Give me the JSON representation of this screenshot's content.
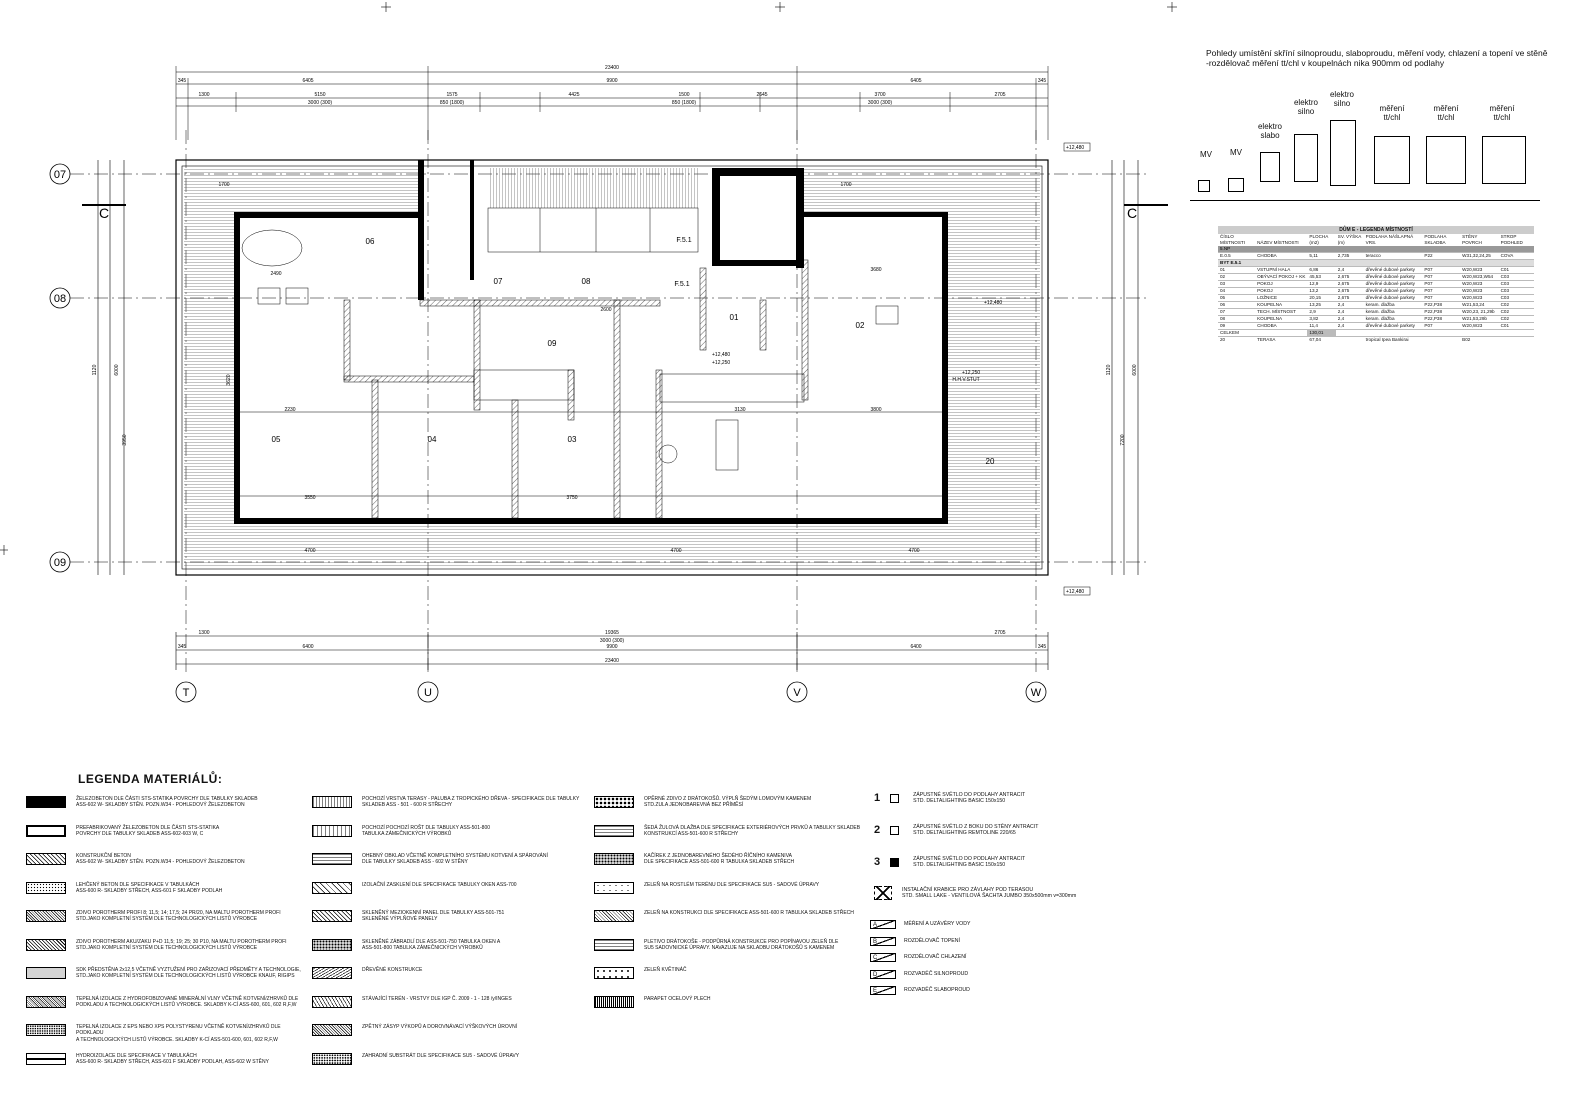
{
  "note": {
    "line1": "Pohledy umístění skříní silnoproudu, slaboproudu, měření vody, chlazení a topení ve stěně",
    "line2": "-rozdělovač měření tt/chl v koupelnách nika 900mm od podlahy"
  },
  "cabinets": [
    {
      "label": "MV",
      "w": "200",
      "h": "300"
    },
    {
      "label": "MV",
      "w": "300",
      "h": "300"
    },
    {
      "label": "elektro\nslabo",
      "w": "450",
      "h": "620"
    },
    {
      "label": "elektro\nsilno",
      "w": "600",
      "h": "1000"
    },
    {
      "label": "elektro\nsilno",
      "w": "610",
      "h": "1660"
    },
    {
      "label": "měření\ntt/chl",
      "w": "900",
      "h": "1300"
    },
    {
      "label": "měření\ntt/chl",
      "w": "1000",
      "h": "1300"
    },
    {
      "label": "měření\ntt/chl",
      "w": "1100",
      "h": "1300"
    }
  ],
  "room_table": {
    "title": "DŮM E - LEGENDA MÍSTNOSTÍ",
    "headers": [
      "ČÍSLO MÍSTNOSTI",
      "NÁZEV MÍSTNOSTI",
      "PLOCHA (m2)",
      "SV. VÝŠKA (m)",
      "PODLAHA NÁŠLAPNÁ VRS.",
      "PODLAHA SKLADBA",
      "STĚNY POVRCH",
      "STROP PODHLED"
    ],
    "floor_label": "5.NP",
    "rows": [
      [
        "E.0.5",
        "CHODBA",
        "5,11",
        "2,735",
        "teracco",
        "P22",
        "W31,32,24,25",
        "COVA"
      ],
      [
        "BYT E.5.1",
        "",
        "",
        "",
        "",
        "",
        "",
        ""
      ],
      [
        "01",
        "VSTUPNÍ HALA",
        "6,86",
        "2,4",
        "dřevěné dubové parkety",
        "P07",
        "W20,W23",
        "C01"
      ],
      [
        "02",
        "OBÝVACÍ POKOJ + KK",
        "45,53",
        "2,675",
        "dřevěné dubové parkety",
        "P07",
        "W20,W23,W54",
        "C03"
      ],
      [
        "03",
        "POKOJ",
        "12,9",
        "2,675",
        "dřevěné dubové parkety",
        "P07",
        "W20,W23",
        "C03"
      ],
      [
        "04",
        "POKOJ",
        "13,2",
        "2,675",
        "dřevěné dubové parkety",
        "P07",
        "W20,W23",
        "C03"
      ],
      [
        "05",
        "LOŽNICE",
        "20,15",
        "2,675",
        "dřevěné dubové parkety",
        "P07",
        "W20,W23",
        "C03"
      ],
      [
        "06",
        "KOUPELNA",
        "13,25",
        "2,4",
        "keram. dlažba",
        "P22,P38",
        "W21,53,24",
        "C02"
      ],
      [
        "07",
        "TECH. MÍSTNOST",
        "2,9",
        "2,4",
        "keram. dlažba",
        "P22,P38",
        "W20,23, 21,29b",
        "C02"
      ],
      [
        "08",
        "KOUPELNA",
        "3,82",
        "2,4",
        "keram. dlažba",
        "P22,P38",
        "W21,53,29b",
        "C02"
      ],
      [
        "09",
        "CHODBA",
        "11,4",
        "2,4",
        "dřevěné dubové parkety",
        "P07",
        "W20,W23",
        "C01"
      ],
      [
        "CELKEM",
        "",
        "130,01",
        "",
        "",
        "",
        "",
        ""
      ],
      [
        "20",
        "TERASA",
        "67,04",
        "",
        "tropical Ipea Bankirai",
        "",
        "B02",
        ""
      ]
    ]
  },
  "plan": {
    "dims_top": {
      "total": "23400",
      "a": "6405",
      "b": "9900",
      "c": "6405",
      "s1": "345",
      "s2": "345"
    },
    "dims_top2": [
      "1300",
      "5150",
      "1575",
      "4425",
      "1500",
      "2645",
      "3700",
      "2705"
    ],
    "dims_top3": [
      "3000 (300)",
      "850 (1800)",
      "850 (1800)",
      "3000 (300)"
    ],
    "dims_bottom": {
      "total": "23400",
      "a": "6400",
      "b": "9900",
      "c": "6400",
      "s1": "345",
      "s2": "345",
      "mid": "19365",
      "mid2": "3000 (300)",
      "l": "1300",
      "r": "2705"
    },
    "axes_v": [
      "T",
      "U",
      "V",
      "W"
    ],
    "axes_h": [
      "07",
      "08",
      "09"
    ],
    "section": "C",
    "rooms": [
      "01",
      "02",
      "03",
      "04",
      "05",
      "06",
      "07",
      "08",
      "09",
      "20"
    ],
    "levels": [
      "+12,480",
      "+12,480",
      "+12,480",
      "+12,250",
      "+12,480",
      "+12,250"
    ],
    "misc": [
      "F.5.1",
      "F.5.1",
      "H.H.V.STUT",
      "3130",
      "3800",
      "3750",
      "3680",
      "2230",
      "2490",
      "3550",
      "4700",
      "4700",
      "4700",
      "1700",
      "1700",
      "1120",
      "6000",
      "3620",
      "3950",
      "2600",
      "7200"
    ]
  },
  "materials_title": "LEGENDA MATERIÁLŮ:",
  "materials_col1": [
    "ŽELEZOBETON DLE ČÁSTI STS-STATIKA POVRCHY DLE TABULKY SKLADEB\nASS-602  W- SKLADBY STĚN.  POZN.W34 - POHLEDOVÝ ŽELEZOBETON",
    "PREFABRIKOVANÝ ŽELEZOBETON DLE ČÁSTI STS-STATIKA\nPOVRCHY DLE TABULKY SKLADEB ASS-602-603  W, C",
    "KONSTRUKČNÍ BETON\nASS-602 W- SKLADBY STĚN.  POZN.W34 - POHLEDOVÝ ŽELEZOBETON",
    "LEHČENÝ BETON DLE SPECIFIKACE V TABULKÁCH\nASS-600  R- SKLADBY STŘECH,  ASS-601  F SKLADBY PODLAH",
    "ZDIVO POROTHERM PROFI  8; 11,5; 14; 17,5; 24 PR/20, NA MALTU POROTHERM PROFI\nSTD.JAKO KOMPLETNÍ SYSTÉM DLE TECHNOLOGICKÝCH LISTŮ VÝROBCE",
    "ZDIVO POROTHERM AKU/ZAKU P+D  11,5; 19; 25; 30 P10, NA MALTU POROTHERM PROFI\nSTD.JAKO KOMPLETNÍ SYSTÉM DLE TECHNOLOGICKÝCH LISTŮ VÝROBCE",
    "SDK PŘEDSTĚNA 2x12,5 VČETNĚ VYZTUŽENÍ PRO ZAŘIZOVACÍ PŘEDMĚTY A TECHNOLOGIE,\nSTD.JAKO KOMPLETNÍ SYSTÉM DLE TECHNOLOGICKÝCH LISTŮ VÝROBCE KNAUF, RIGIPS",
    "TEPELNÁ IZOLACE Z HYDROFOBIZOVANÉ MINERÁLNÍ VLNY VČETNĚ KOTVENÍ/ZHRVKŮ DLE\nPODKLADU A TECHNOLOGICKÝCH LISTŮ VÝROBCE.  SKLADBY K-CÍ ASS-600, 601, 602  R,F,W",
    "TEPELNÁ IZOLACE Z EPS NEBO XPS POLYSTYRENU VČETNĚ KOTVENÍ/ZHRVKŮ DLE PODKLADU\nA TECHNOLOGICKÝCH LISTŮ VÝROBCE.  SKLADBY K-CÍ  ASS-501-600, 601, 602  R,F,W",
    "HYDROIZOLACE DLE SPECIFIKACE V TABULKÁCH\nASS-600  R- SKLADBY STŘECH, ASS-601  F SKLADBY PODLAH, ASS-602  W STĚNY"
  ],
  "materials_col2": [
    "POCHOZÍ VRSTVA TERASY - PALUBA Z TROPICKÉHO DŘEVA - SPECIFIKACE DLE TABULKY\nSKLADEB ASS - 501 - 600  R STŘECHY",
    "POCHOZÍ POCHOZÍ ROŠT DLE TABULKY ASS-501-800\nTABULKA ZÁMEČNICKÝCH VÝROBKŮ",
    "OHEBNÝ OBKLAD VČETNĚ KOMPLETNÍHO SYSTÉMU KOTVENÍ A SPÁROVÁNÍ\nDLE TABULKY SKLADEB ASS - 602 W STĚNY",
    "IZOLAČNÍ ZASKLENÍ DLE SPECIFIKACE TABULKY OKEN ASS-700",
    "SKLENĚNÝ MEZIOKENNÍ PANEL DLE  TABULKY ASS-501-751\nSKLENĚNÉ VÝPLŇOVÉ  PANELY",
    "SKLENĚNÉ ZÁBRADLÍ DLE  ASS-501-750 TABULKA OKEN A\nASS-501-800 TABULKA ZÁMEČNICKÝCH VÝROBKŮ",
    "DŘEVĚNÉ KONSTRUKCE",
    "STÁVAJÍCÍ TERÉN - VRSTVY DLE IGP Č. 2009 - 1 - 128  /y/INGES",
    "ZPĚTNÝ ZÁSYP VÝKOPŮ A DOROVNÁVACÍ VÝŠKOVÝCH ÚROVNÍ",
    "ZAHRADNÍ SUBSTRÁT DLE SPECIFIKACE SU5 - SADOVÉ ÚPRAVY"
  ],
  "materials_col3": [
    "OPĚRNÉ ZDIVO Z DRÁTOKOŠŮ. VÝPLŇ ŠEDÝM LOMOVÝM KAMENEM\nSTD.ZULA JEDNOBAREVNÁ BEZ PŘÍMĚSÍ",
    "ŠEDÁ ŽULOVÁ DLAŽBA DLE SPECIFIKACE EXTERIÉROVÝCH PRVKŮ A TABULKY SKLADEB\nKONSTRUKCÍ ASS-501-600  R STŘECHY",
    "KAČÍREK Z JEDNOBAREVNÉHO ŠEDÉHO ŘÍČNÍHO KAMENIVA\nDLE SPECIFIKACE ASS-501-600  R TABULKA SKLADEB STŘECH",
    "ZELEŇ NA ROSTLÉM TERÉNU DLE SPECIFIKACE SU5 - SADOVÉ ÚPRAVY",
    "ZELEŇ NA KONSTRUKCI DLE SPECIFIKACE ASS-501-600  R TABULKA SKLADEB STŘECH",
    "PLETIVO DRÁTOKOŠE  - PODPŮRNÁ KONSTRUKCE PRO POPÍNAVOU ZELEŇ DLE\nSU5 SADOVNICKÉ ÚPRAVY.  NAVAZUJE NA SKLADBU DRÁTOKOŠŮ S KAMENEM",
    "ZELEŇ KVĚTINÁČ",
    "PARAPET OCELOVÝ PLECH"
  ],
  "symbols_lights": [
    {
      "num": "1",
      "text": "ZÁPUSTNÉ SVĚTLO DO PODLAHY ANTRACIT\nSTD. DELTALIGHTING BASIC 150x150"
    },
    {
      "num": "2",
      "text": "ZÁPUSTNÉ SVĚTLO Z BOKU DO STĚNY ANTRACIT\nSTD. DELTALIGHTING REMTOLINE 220/65"
    },
    {
      "num": "3",
      "text": "ZÁPUSTNÉ SVĚTLO DO PODLAHY ANTRACIT\nSTD. DELTALIGHTING BASIC 150x150"
    }
  ],
  "symbol_box": "INSTALAČNÍ KRABICE PRO ZÁVLAHY POD TERASOU\nSTD. SMALL LAKE - VENTILOVÁ ŠACHTA JUMBO 350x500mm v=300mm",
  "symbols_rozv": [
    {
      "k": "A",
      "text": "MĚŘENÍ A UZÁVĚRY VODY"
    },
    {
      "k": "B",
      "text": "ROZDĚLOVAČ TOPENÍ"
    },
    {
      "k": "C",
      "text": "ROZDĚLOVAČ CHLAZENÍ"
    },
    {
      "k": "D",
      "text": "ROZVADĚČ SILNOPROUD"
    },
    {
      "k": "E",
      "text": "ROZVADĚČ SLABOPROUD"
    }
  ]
}
